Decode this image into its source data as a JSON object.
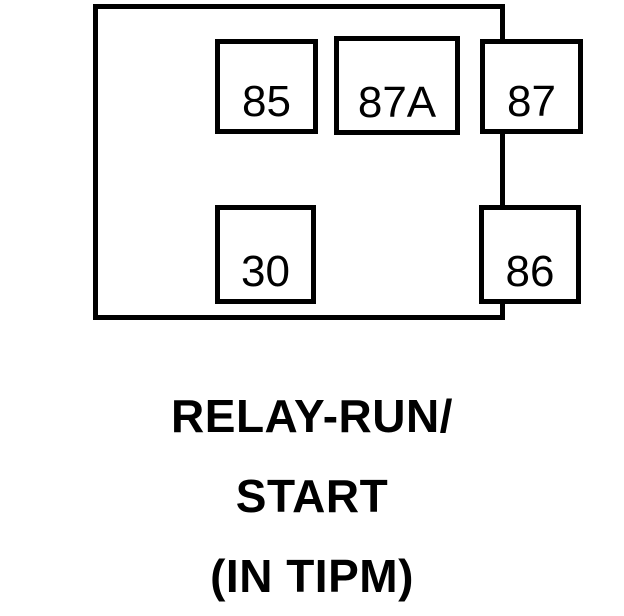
{
  "diagram": {
    "type": "automotive-relay-pinout",
    "body": {
      "shape": "rectangle",
      "border_color": "#000000",
      "fill_color": "#ffffff"
    },
    "terminals": [
      {
        "id": "85",
        "label": "85",
        "row": "top",
        "position": "left"
      },
      {
        "id": "87A",
        "label": "87A",
        "row": "top",
        "position": "center"
      },
      {
        "id": "87",
        "label": "87",
        "row": "top",
        "position": "right"
      },
      {
        "id": "30",
        "label": "30",
        "row": "bottom",
        "position": "left"
      },
      {
        "id": "86",
        "label": "86",
        "row": "bottom",
        "position": "right"
      }
    ]
  },
  "caption": {
    "lines": [
      "RELAY-RUN/",
      "START",
      "(IN TIPM)"
    ]
  },
  "colors": {
    "stroke": "#000000",
    "background": "#ffffff"
  }
}
